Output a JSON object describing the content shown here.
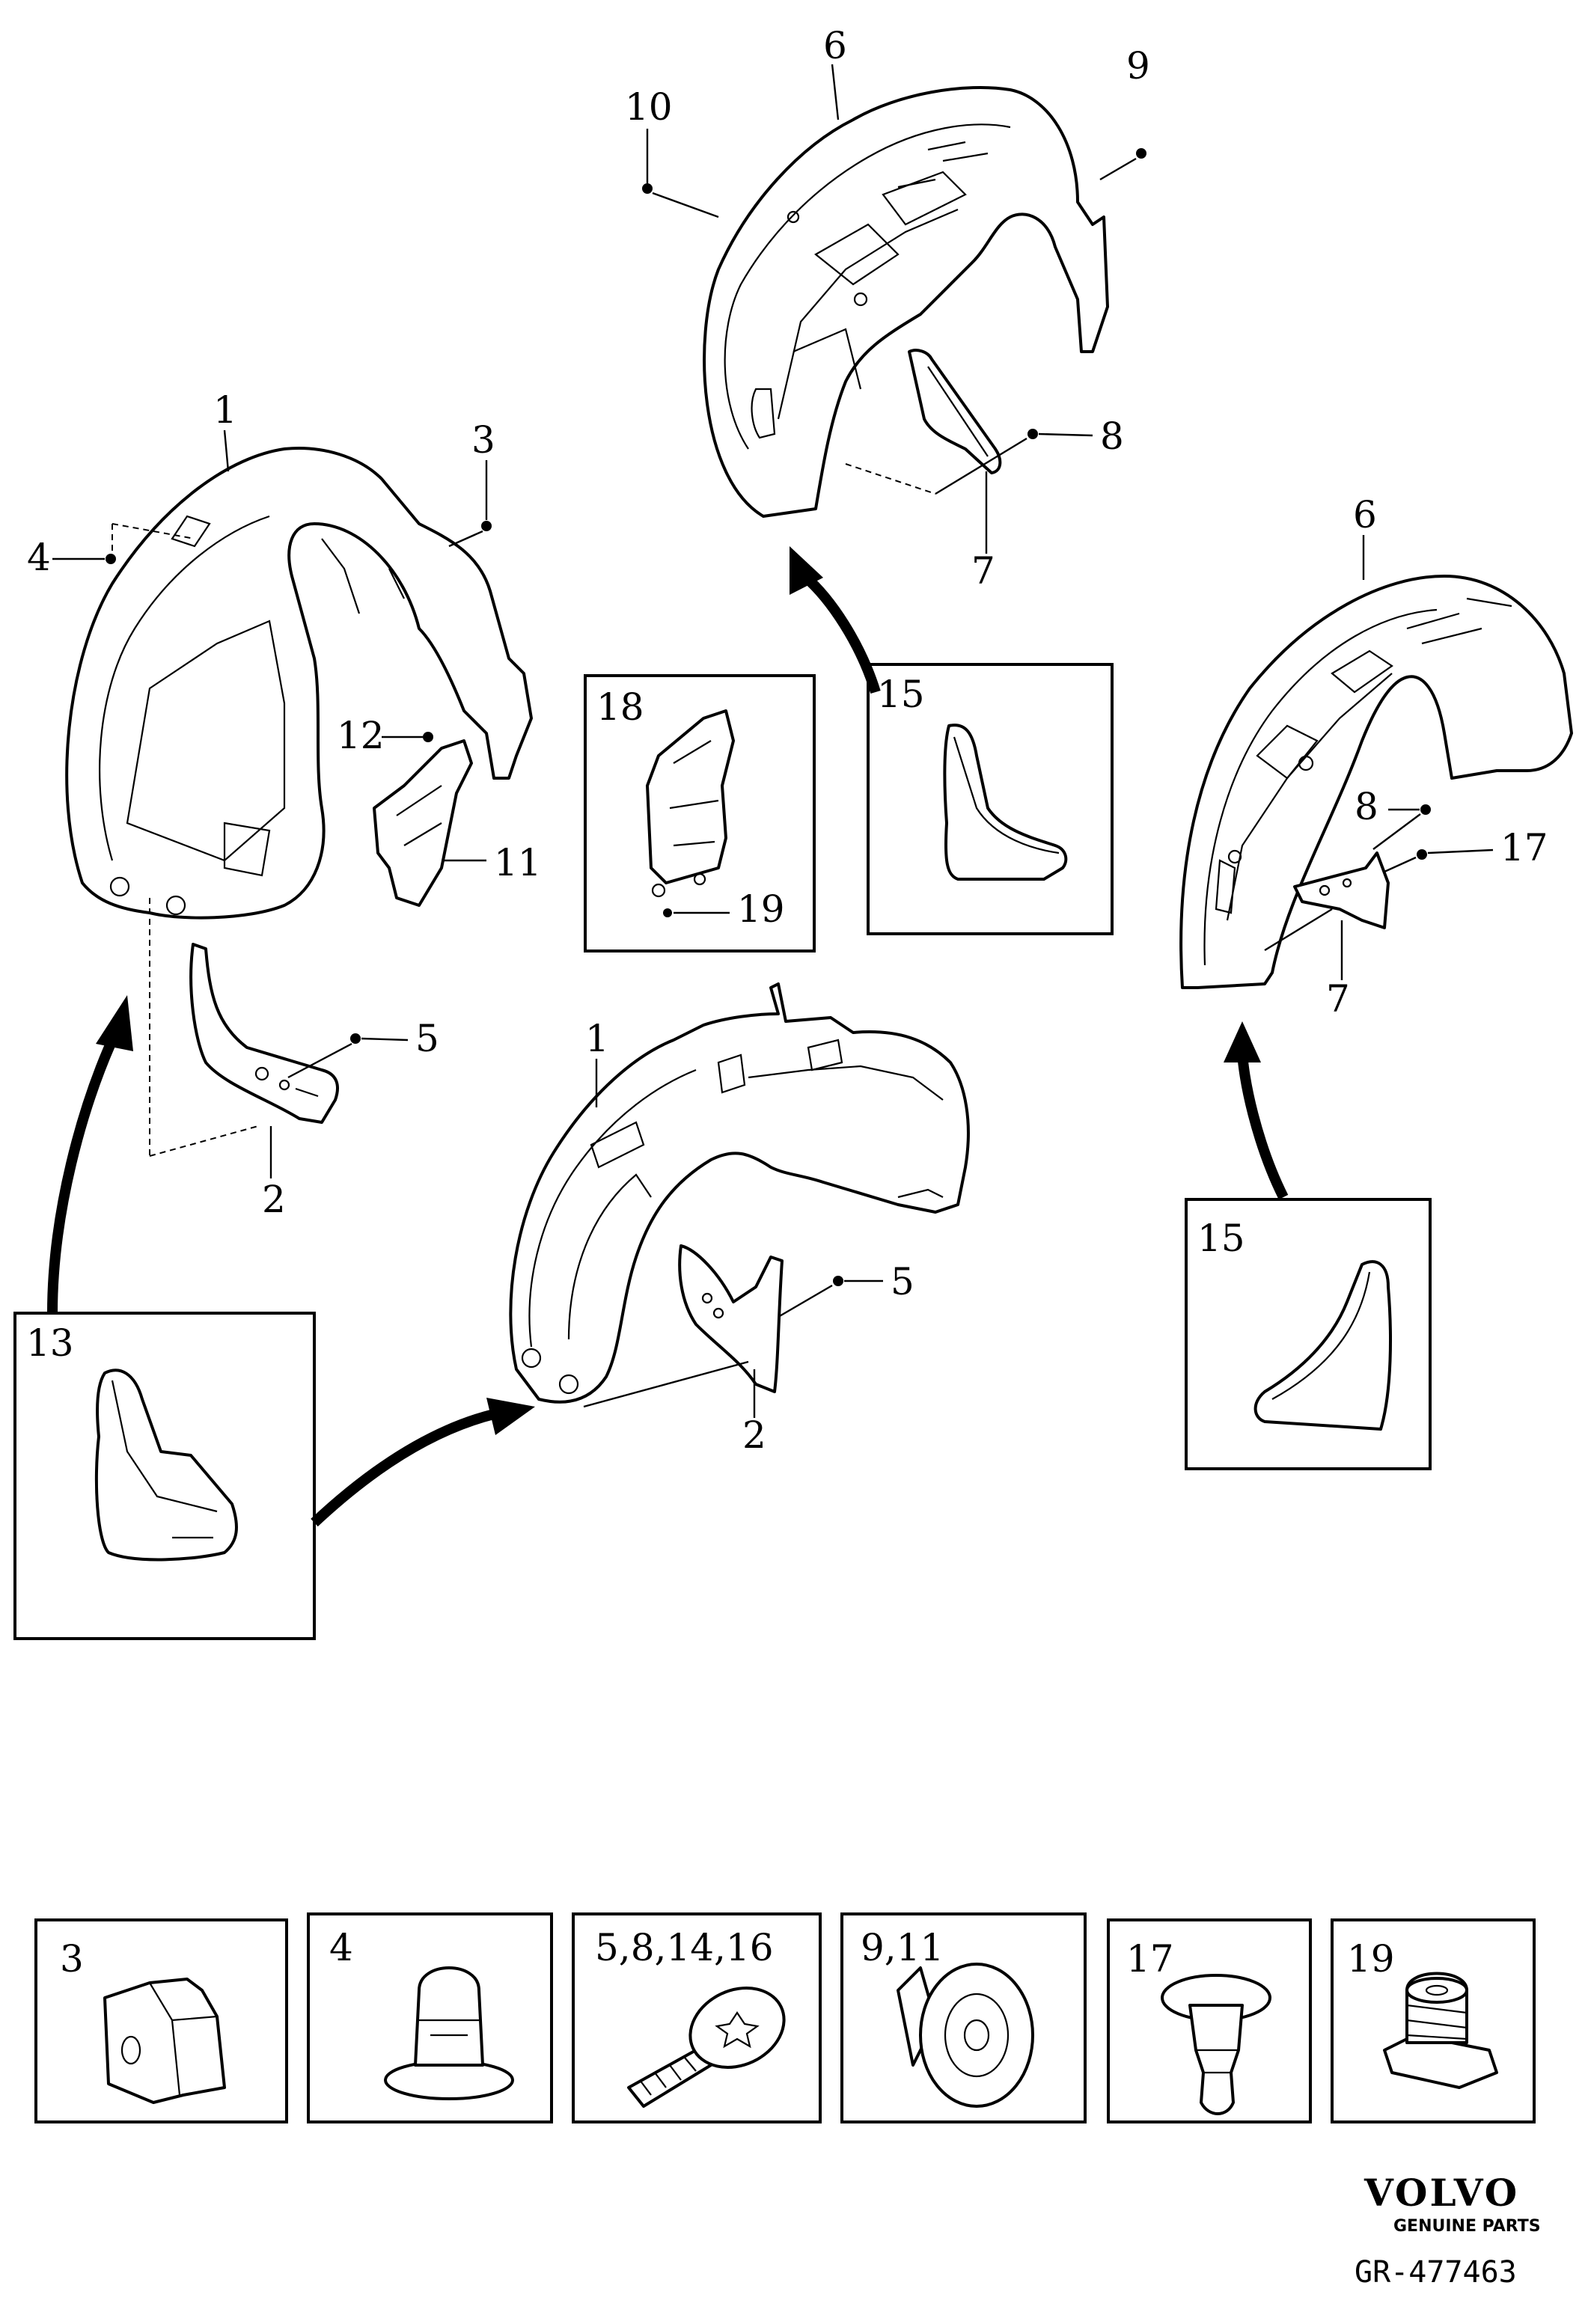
{
  "callouts": {
    "rear_upper": {
      "n6": "6",
      "n9": "9",
      "n10": "10",
      "n8": "8",
      "n7": "7"
    },
    "front_left": {
      "n1": "1",
      "n3": "3",
      "n4": "4",
      "n12": "12",
      "n11": "11",
      "n5": "5",
      "n2": "2"
    },
    "rear_right": {
      "n6": "6",
      "n8": "8",
      "n17": "17",
      "n7": "7"
    },
    "front_center": {
      "n1": "1",
      "n5": "5",
      "n2": "2"
    }
  },
  "insets": {
    "n18": "18",
    "n19": "19",
    "n15_upper": "15",
    "n15_lower": "15",
    "n13": "13"
  },
  "fasteners": [
    {
      "label": "3",
      "icon": "clip-nut-icon"
    },
    {
      "label": "4",
      "icon": "push-rivet-icon"
    },
    {
      "label": "5,8,14,16",
      "icon": "torx-screw-icon"
    },
    {
      "label": "9,11",
      "icon": "flange-nut-icon"
    },
    {
      "label": "17",
      "icon": "expansion-rivet-icon"
    },
    {
      "label": "19",
      "icon": "spring-clip-nut-icon"
    }
  ],
  "brand": {
    "name": "VOLVO",
    "tagline": "GENUINE PARTS"
  },
  "reference": "GR-477463"
}
